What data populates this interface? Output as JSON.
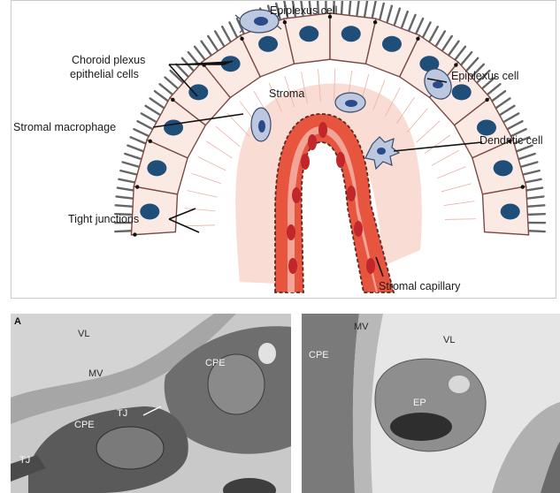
{
  "diagram": {
    "labels": {
      "epiplexus_top": "Epiplexus cell",
      "epiplexus_right": "Epiplexus cell",
      "choroid_line1": "Choroid plexus",
      "choroid_line2": "epithelial cells",
      "stroma": "Stroma",
      "stromal_macrophage": "Stromal macrophage",
      "dendritic": "Dendritic cell",
      "tight_junctions": "Tight junctions",
      "stromal_capillary": "Stromal capillary"
    },
    "colors": {
      "cell_fill": "#fbe9e4",
      "cell_outline": "#7a4a44",
      "nucleus": "#1f4e79",
      "stroma": "#f9dcd3",
      "vessel_wall": "#e8553f",
      "vessel_inner": "#f0a090",
      "rbc": "#c0262a",
      "immune_cell": "#bcc8e0"
    }
  },
  "micrographs": {
    "panel_a": {
      "panel_letter": "A",
      "vl": "VL",
      "mv": "MV",
      "cpe_upper": "CPE",
      "cpe_lower": "CPE",
      "tj": "TJ",
      "tj_left": "TJ"
    },
    "panel_b": {
      "mv": "MV",
      "vl": "VL",
      "cpe": "CPE",
      "ep": "EP"
    }
  }
}
